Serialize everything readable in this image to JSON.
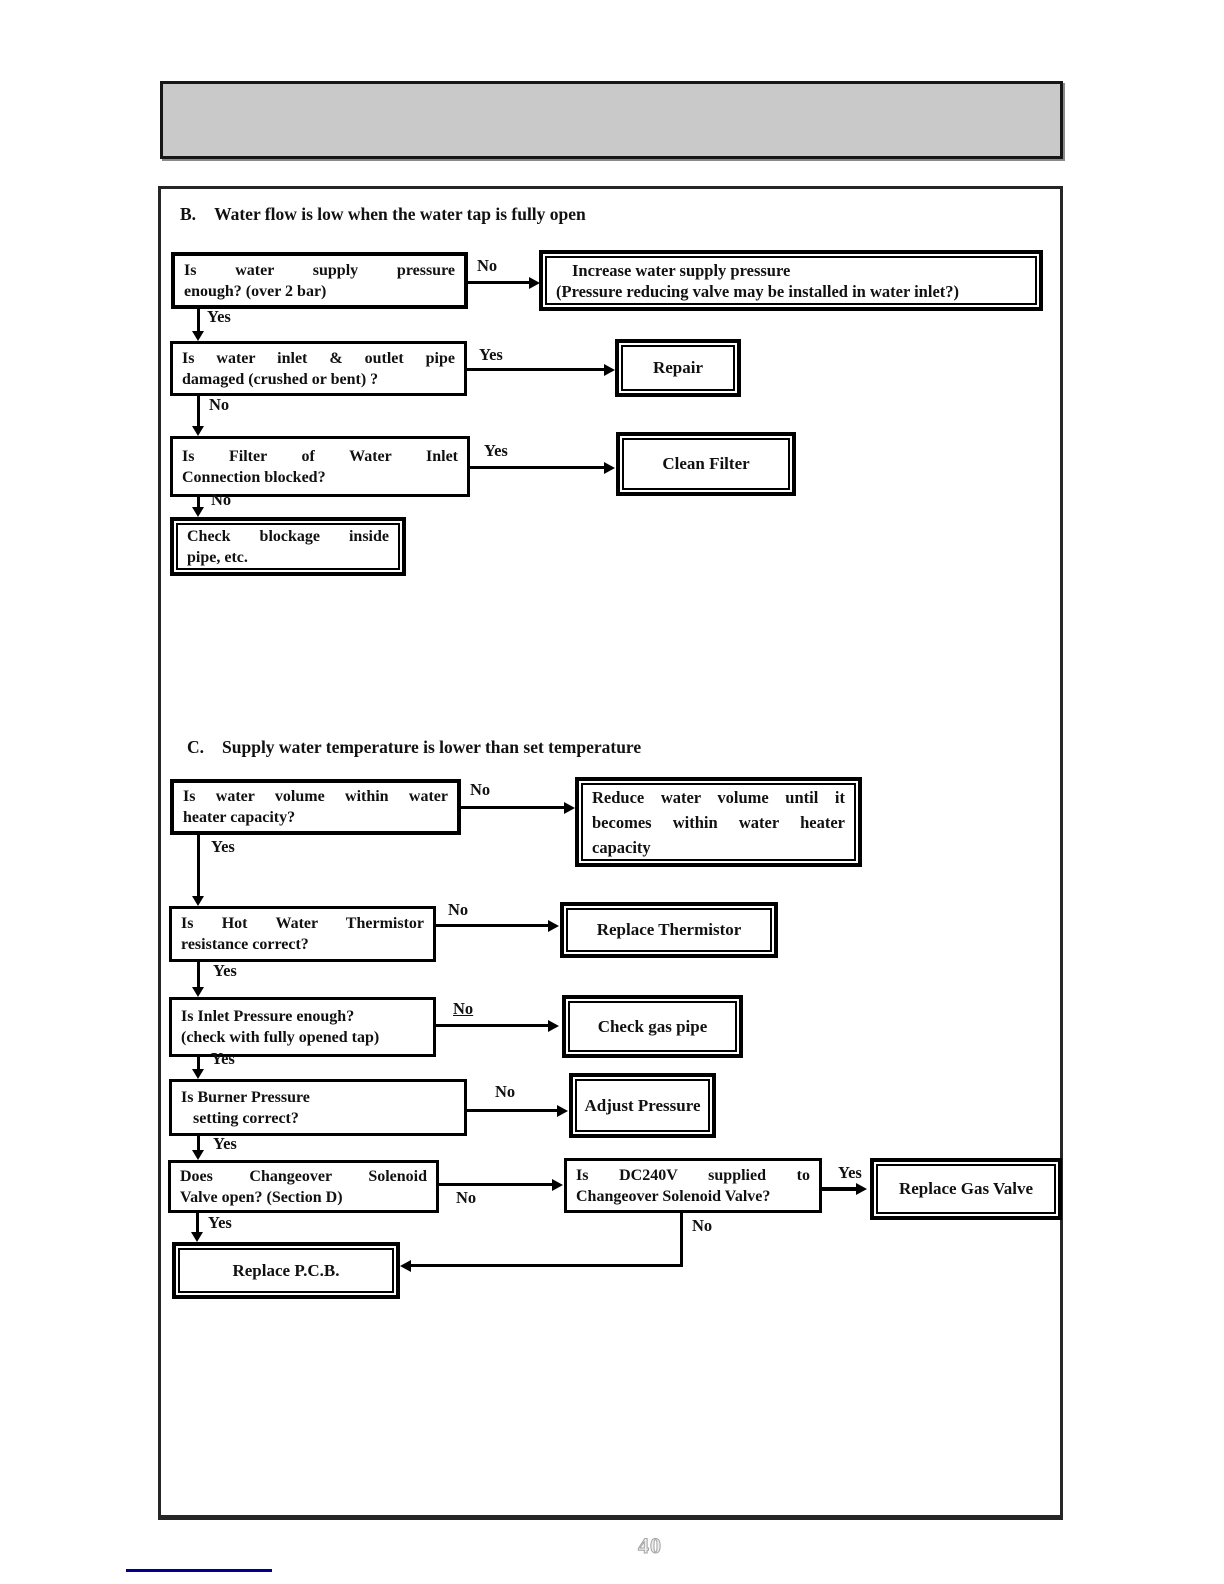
{
  "page": {
    "number": "40"
  },
  "labels": {
    "yes": "Yes",
    "no": "No"
  },
  "colors": {
    "header_fill": "#c9c9c9",
    "footer_line": "#00008b",
    "page_number": "#a3a3a3",
    "ink": "#000000"
  },
  "sections": {
    "b": {
      "label": "B.",
      "title": "Water flow is low when the water tap is fully open",
      "q_pressure": {
        "l1": "Is water supply pressure",
        "l2": "enough? (over 2 bar)"
      },
      "r_increase": {
        "l1": "Increase water supply pressure",
        "l2": "(Pressure reducing valve may be installed in water inlet?)"
      },
      "q_pipe": {
        "l1": "Is water inlet & outlet pipe",
        "l2": "damaged (crushed or bent) ?"
      },
      "r_repair": "Repair",
      "q_filter": {
        "l1": "Is Filter of Water Inlet",
        "l2": "Connection blocked?"
      },
      "r_clean_filter": "Clean Filter",
      "r_check_blockage": {
        "l1": "Check blockage inside",
        "l2": "pipe, etc."
      }
    },
    "c": {
      "label": "C.",
      "title": "Supply water temperature is lower than set temperature",
      "q_volume": {
        "l1": "Is water volume within water",
        "l2": "heater capacity?"
      },
      "r_reduce": {
        "l1": "Reduce water volume until it",
        "l2": "becomes within water heater",
        "l3": "capacity"
      },
      "q_thermistor": {
        "l1": "Is Hot Water Thermistor",
        "l2": "resistance correct?"
      },
      "r_thermistor": "Replace Thermistor",
      "q_inlet_pressure": {
        "l1": "Is Inlet Pressure enough?",
        "l2": "(check with fully opened tap)"
      },
      "r_gas_pipe": "Check gas pipe",
      "q_burner": {
        "l1": "Is Burner Pressure",
        "l2": "setting correct?"
      },
      "r_adjust": "Adjust Pressure",
      "q_solenoid": {
        "l1": "Does Changeover Solenoid",
        "l2": "Valve open? (Section D)"
      },
      "q_dc240v": {
        "l1": "Is DC240V supplied to",
        "l2": "Changeover Solenoid Valve?"
      },
      "r_gas_valve": "Replace Gas Valve",
      "r_pcb": "Replace P.C.B."
    }
  }
}
